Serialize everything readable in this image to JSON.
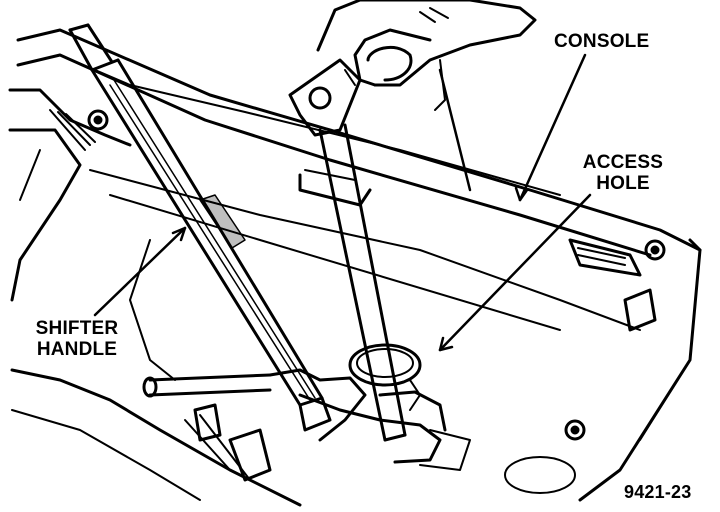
{
  "labels": {
    "console": "CONSOLE",
    "access_hole": [
      "ACCESS",
      "HOLE"
    ],
    "shifter_handle": [
      "SHIFTER",
      "HANDLE"
    ],
    "figure_number": "9421-23"
  },
  "colors": {
    "ink": "#000000",
    "paper": "#ffffff"
  }
}
